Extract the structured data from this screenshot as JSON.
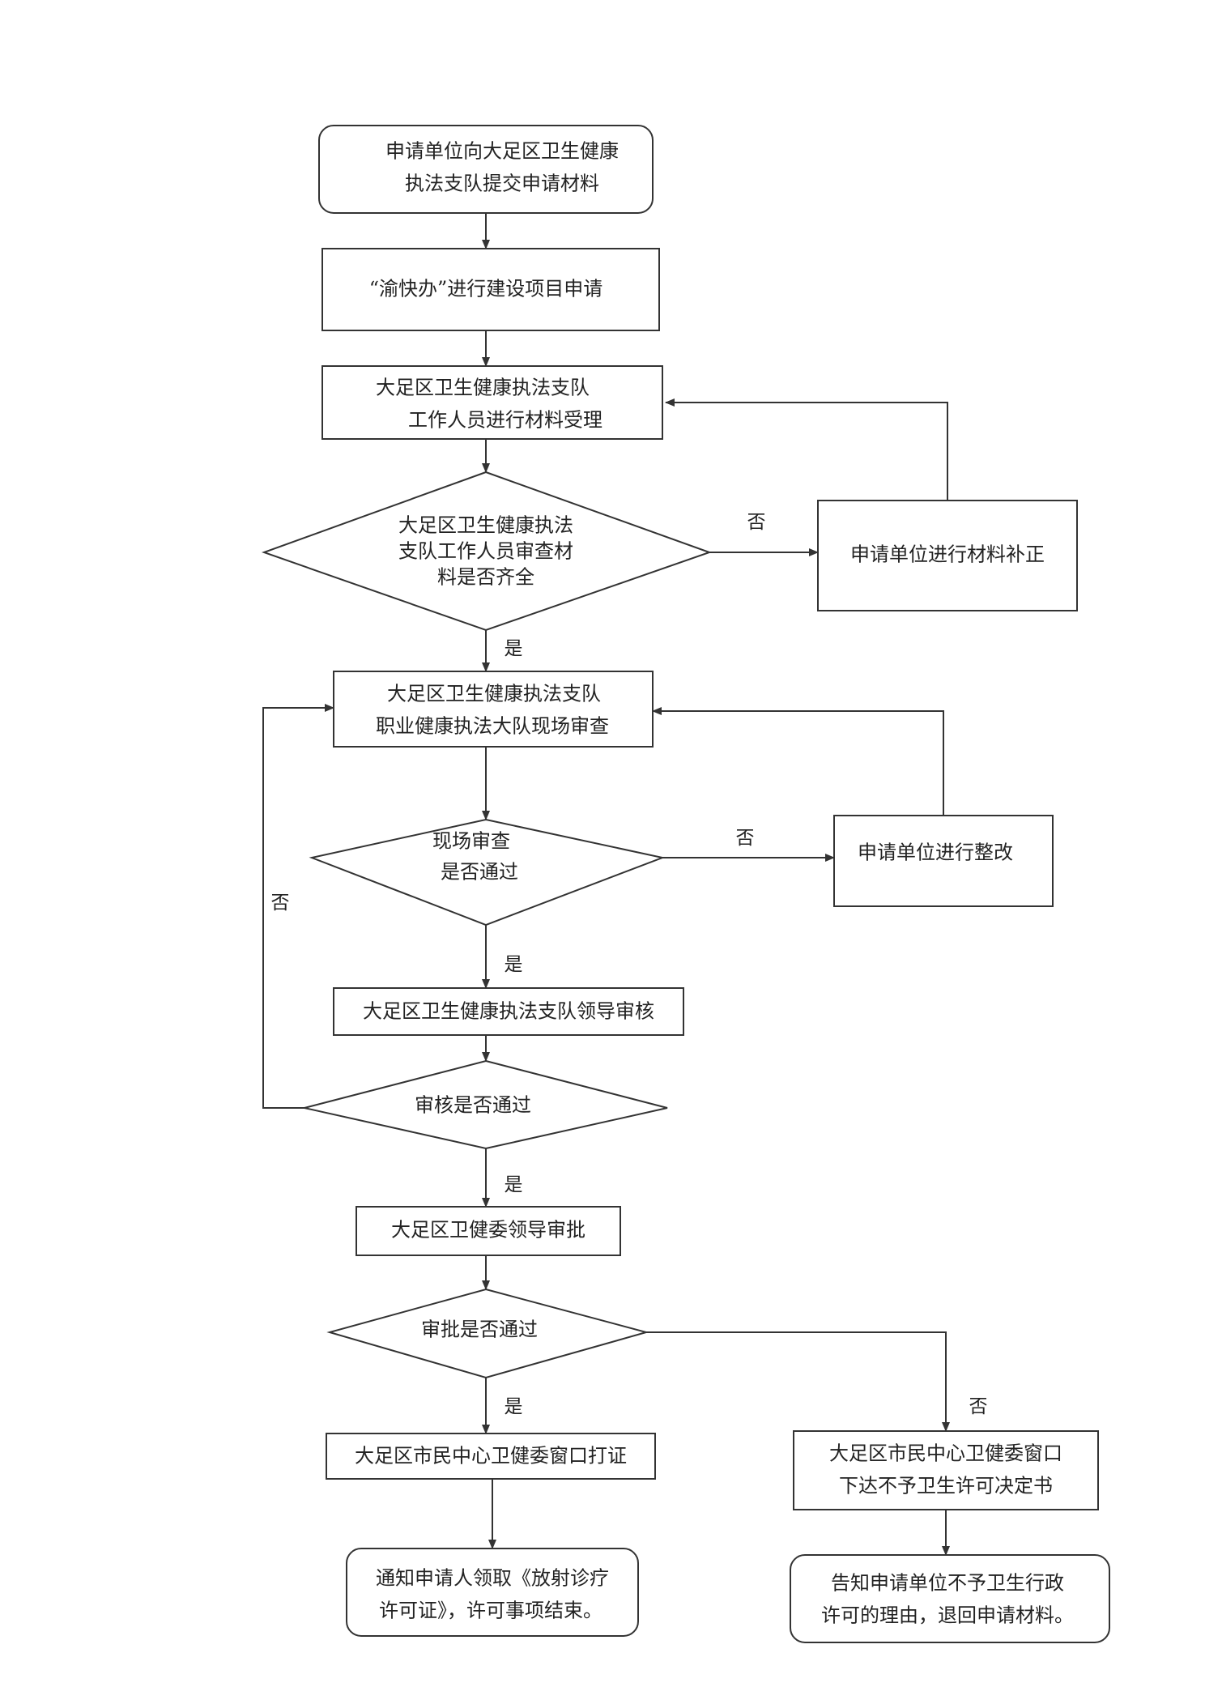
{
  "diagram": {
    "nodes": {
      "submit": [
        "申请单位向大足区卫生健康",
        "执法支队提交申请材料"
      ],
      "online_apply": [
        "“渝快办”进行建设项目申请"
      ],
      "accept": [
        "大足区卫生健康执法支队",
        "工作人员进行材料受理"
      ],
      "check_complete": [
        "大足区卫生健康执法",
        "支队工作人员审查材",
        "料是否齐全"
      ],
      "supplement": [
        "申请单位进行材料补正"
      ],
      "site_review": [
        "大足区卫生健康执法支队",
        "职业健康执法大队现场审查"
      ],
      "site_pass": [
        "现场审查",
        "是否通过"
      ],
      "rectify": [
        "申请单位进行整改"
      ],
      "leader_review": [
        "大足区卫生健康执法支队领导审核"
      ],
      "review_pass": [
        "审核是否通过"
      ],
      "commission_approve": [
        "大足区卫健委领导审批"
      ],
      "approve_pass": [
        "审批是否通过"
      ],
      "issue_cert": [
        "大足区市民中心卫健委窗口打证"
      ],
      "notify_collect": [
        "通知申请人领取《放射诊疗",
        "许可证》，许可事项结束。"
      ],
      "deny_decision": [
        "大足区市民中心卫健委窗口",
        "下达不予卫生许可决定书"
      ],
      "notify_deny": [
        "告知申请单位不予卫生行政",
        "许可的理由，退回申请材料。"
      ]
    },
    "edge_labels": {
      "yes": "是",
      "no": "否"
    }
  }
}
